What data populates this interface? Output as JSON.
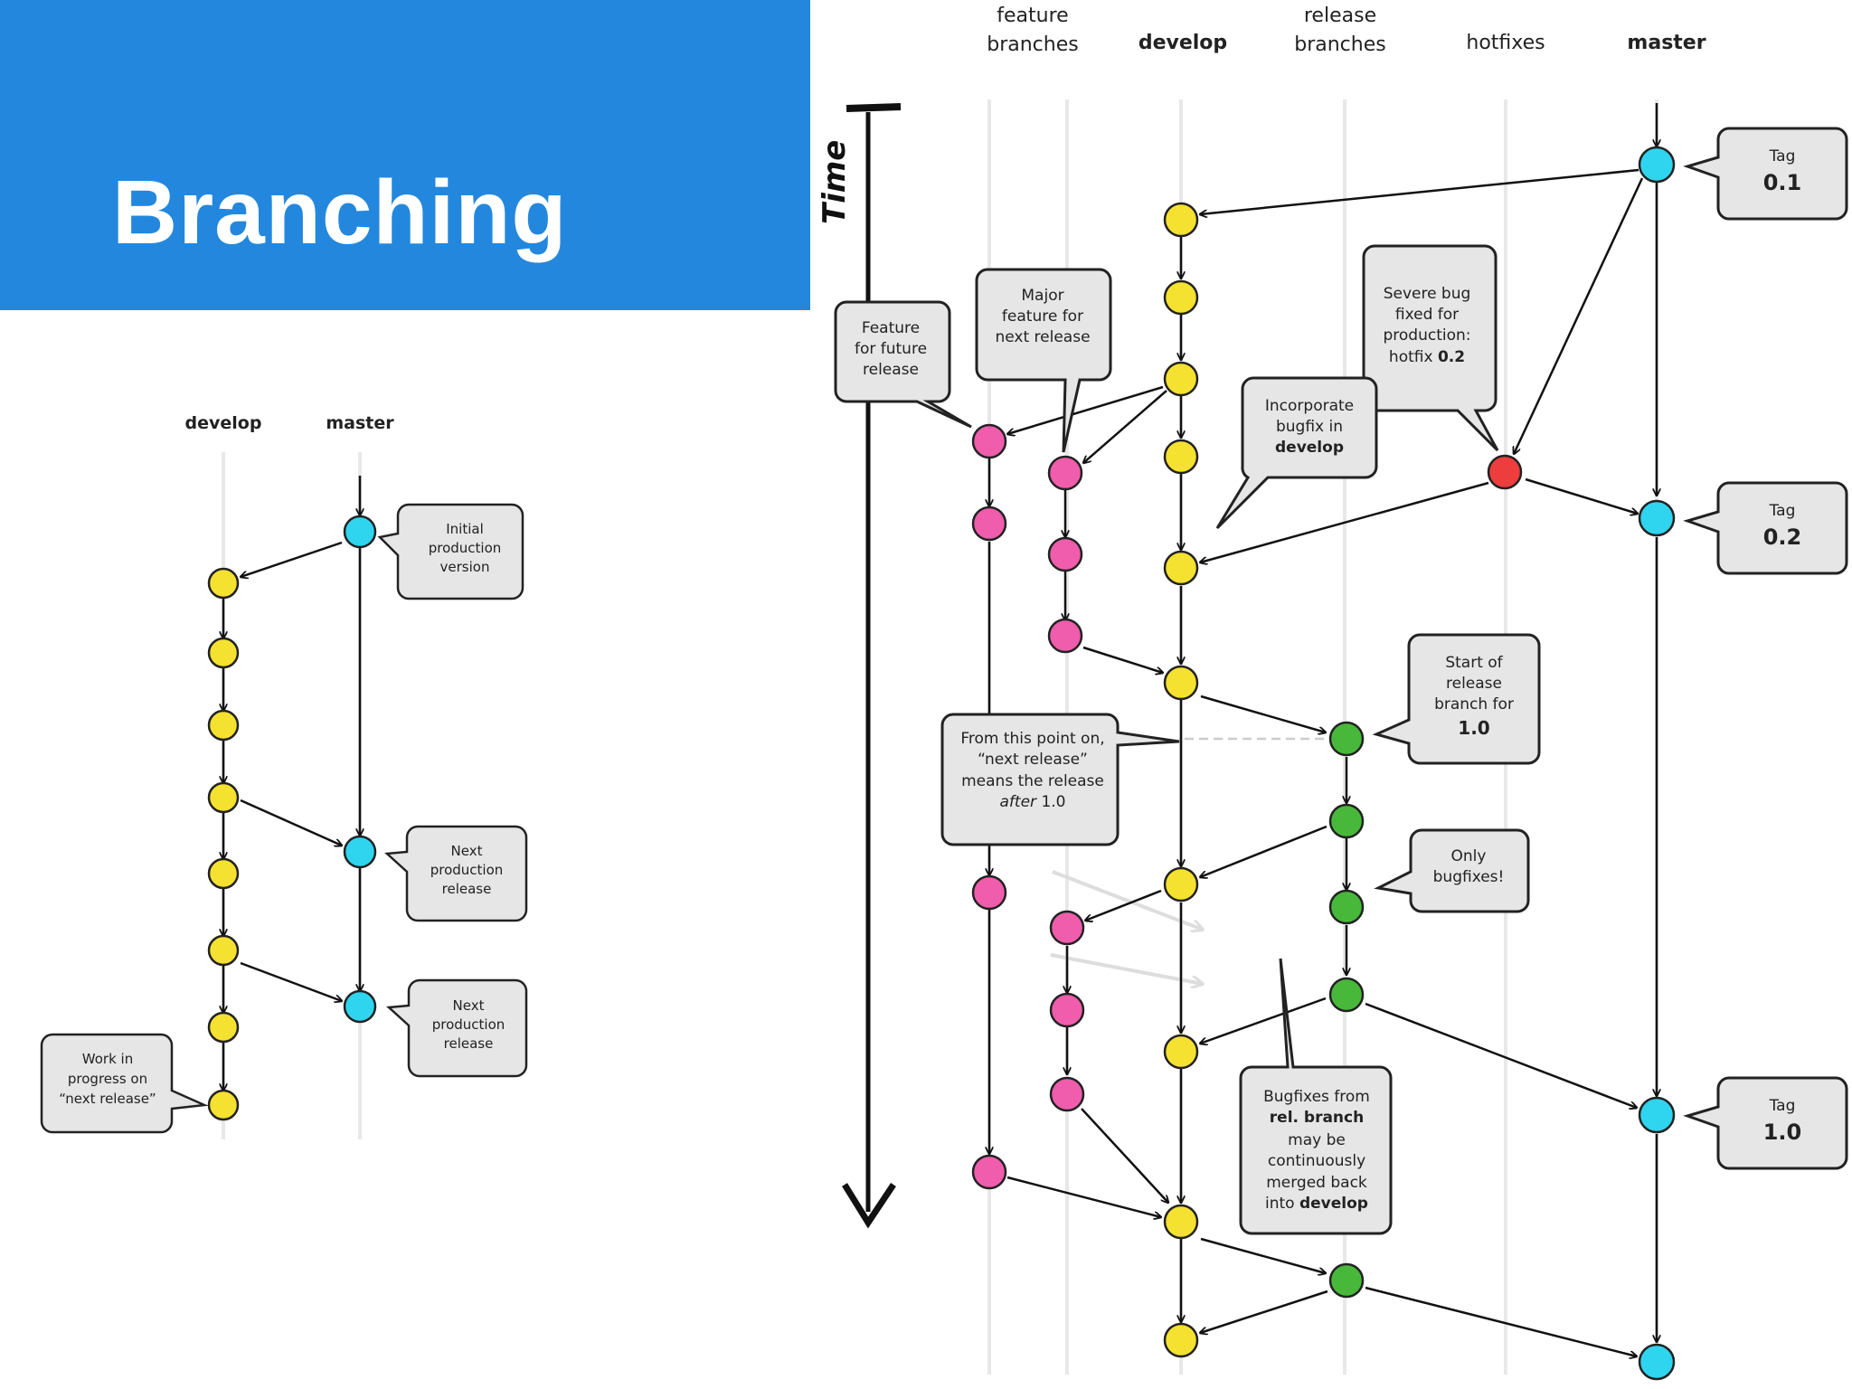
{
  "slide": {
    "title": "Branching"
  },
  "small_diagram": {
    "columns": {
      "develop": "develop",
      "master": "master"
    },
    "notes": {
      "initial": [
        "Initial",
        "production",
        "version"
      ],
      "next1": [
        "Next",
        "production",
        "release"
      ],
      "next2": [
        "Next",
        "production",
        "release"
      ],
      "work": [
        "Work in",
        "progress on",
        "“next release”"
      ]
    }
  },
  "large_diagram": {
    "columns": {
      "feature": [
        "feature",
        "branches"
      ],
      "develop": "develop",
      "release": [
        "release",
        "branches"
      ],
      "hotfixes": "hotfixes",
      "master": "master"
    },
    "time_label": "Time",
    "tags": [
      {
        "small": "Tag",
        "big": "0.1"
      },
      {
        "small": "Tag",
        "big": "0.2"
      },
      {
        "small": "Tag",
        "big": "1.0"
      }
    ],
    "notes": {
      "feature_future": [
        "Feature",
        "for future",
        "release"
      ],
      "major_feature": [
        "Major",
        "feature for",
        "next release"
      ],
      "severe_bug": [
        "Severe bug",
        "fixed for",
        "production:"
      ],
      "severe_bug_hotfix": "hotfix",
      "severe_bug_version": "0.2",
      "incorporate": [
        "Incorporate",
        "bugfix in"
      ],
      "incorporate_develop": "develop",
      "start_release": [
        "Start of",
        "release",
        "branch for"
      ],
      "start_release_version": "1.0",
      "from_this_point": [
        "From this point on,",
        "“next release”",
        "means the release"
      ],
      "from_after": "after",
      "from_version": "1.0",
      "only_bugfixes": [
        "Only",
        "bugfixes!"
      ],
      "bugfixes_from": "Bugfixes from",
      "rel_branch": "rel. branch",
      "bugfixes_rest": [
        "may be",
        "continuously",
        "merged back"
      ],
      "into": "into",
      "into_develop": "develop"
    }
  },
  "colors": {
    "banner": "#2388dd",
    "develop_commit": "#f5e12f",
    "master_commit": "#2fd5ee",
    "feature_commit": "#ef5dac",
    "release_commit": "#48b83a",
    "hotfix_commit": "#ee3d3d",
    "note_fill": "#e6e6e6"
  }
}
